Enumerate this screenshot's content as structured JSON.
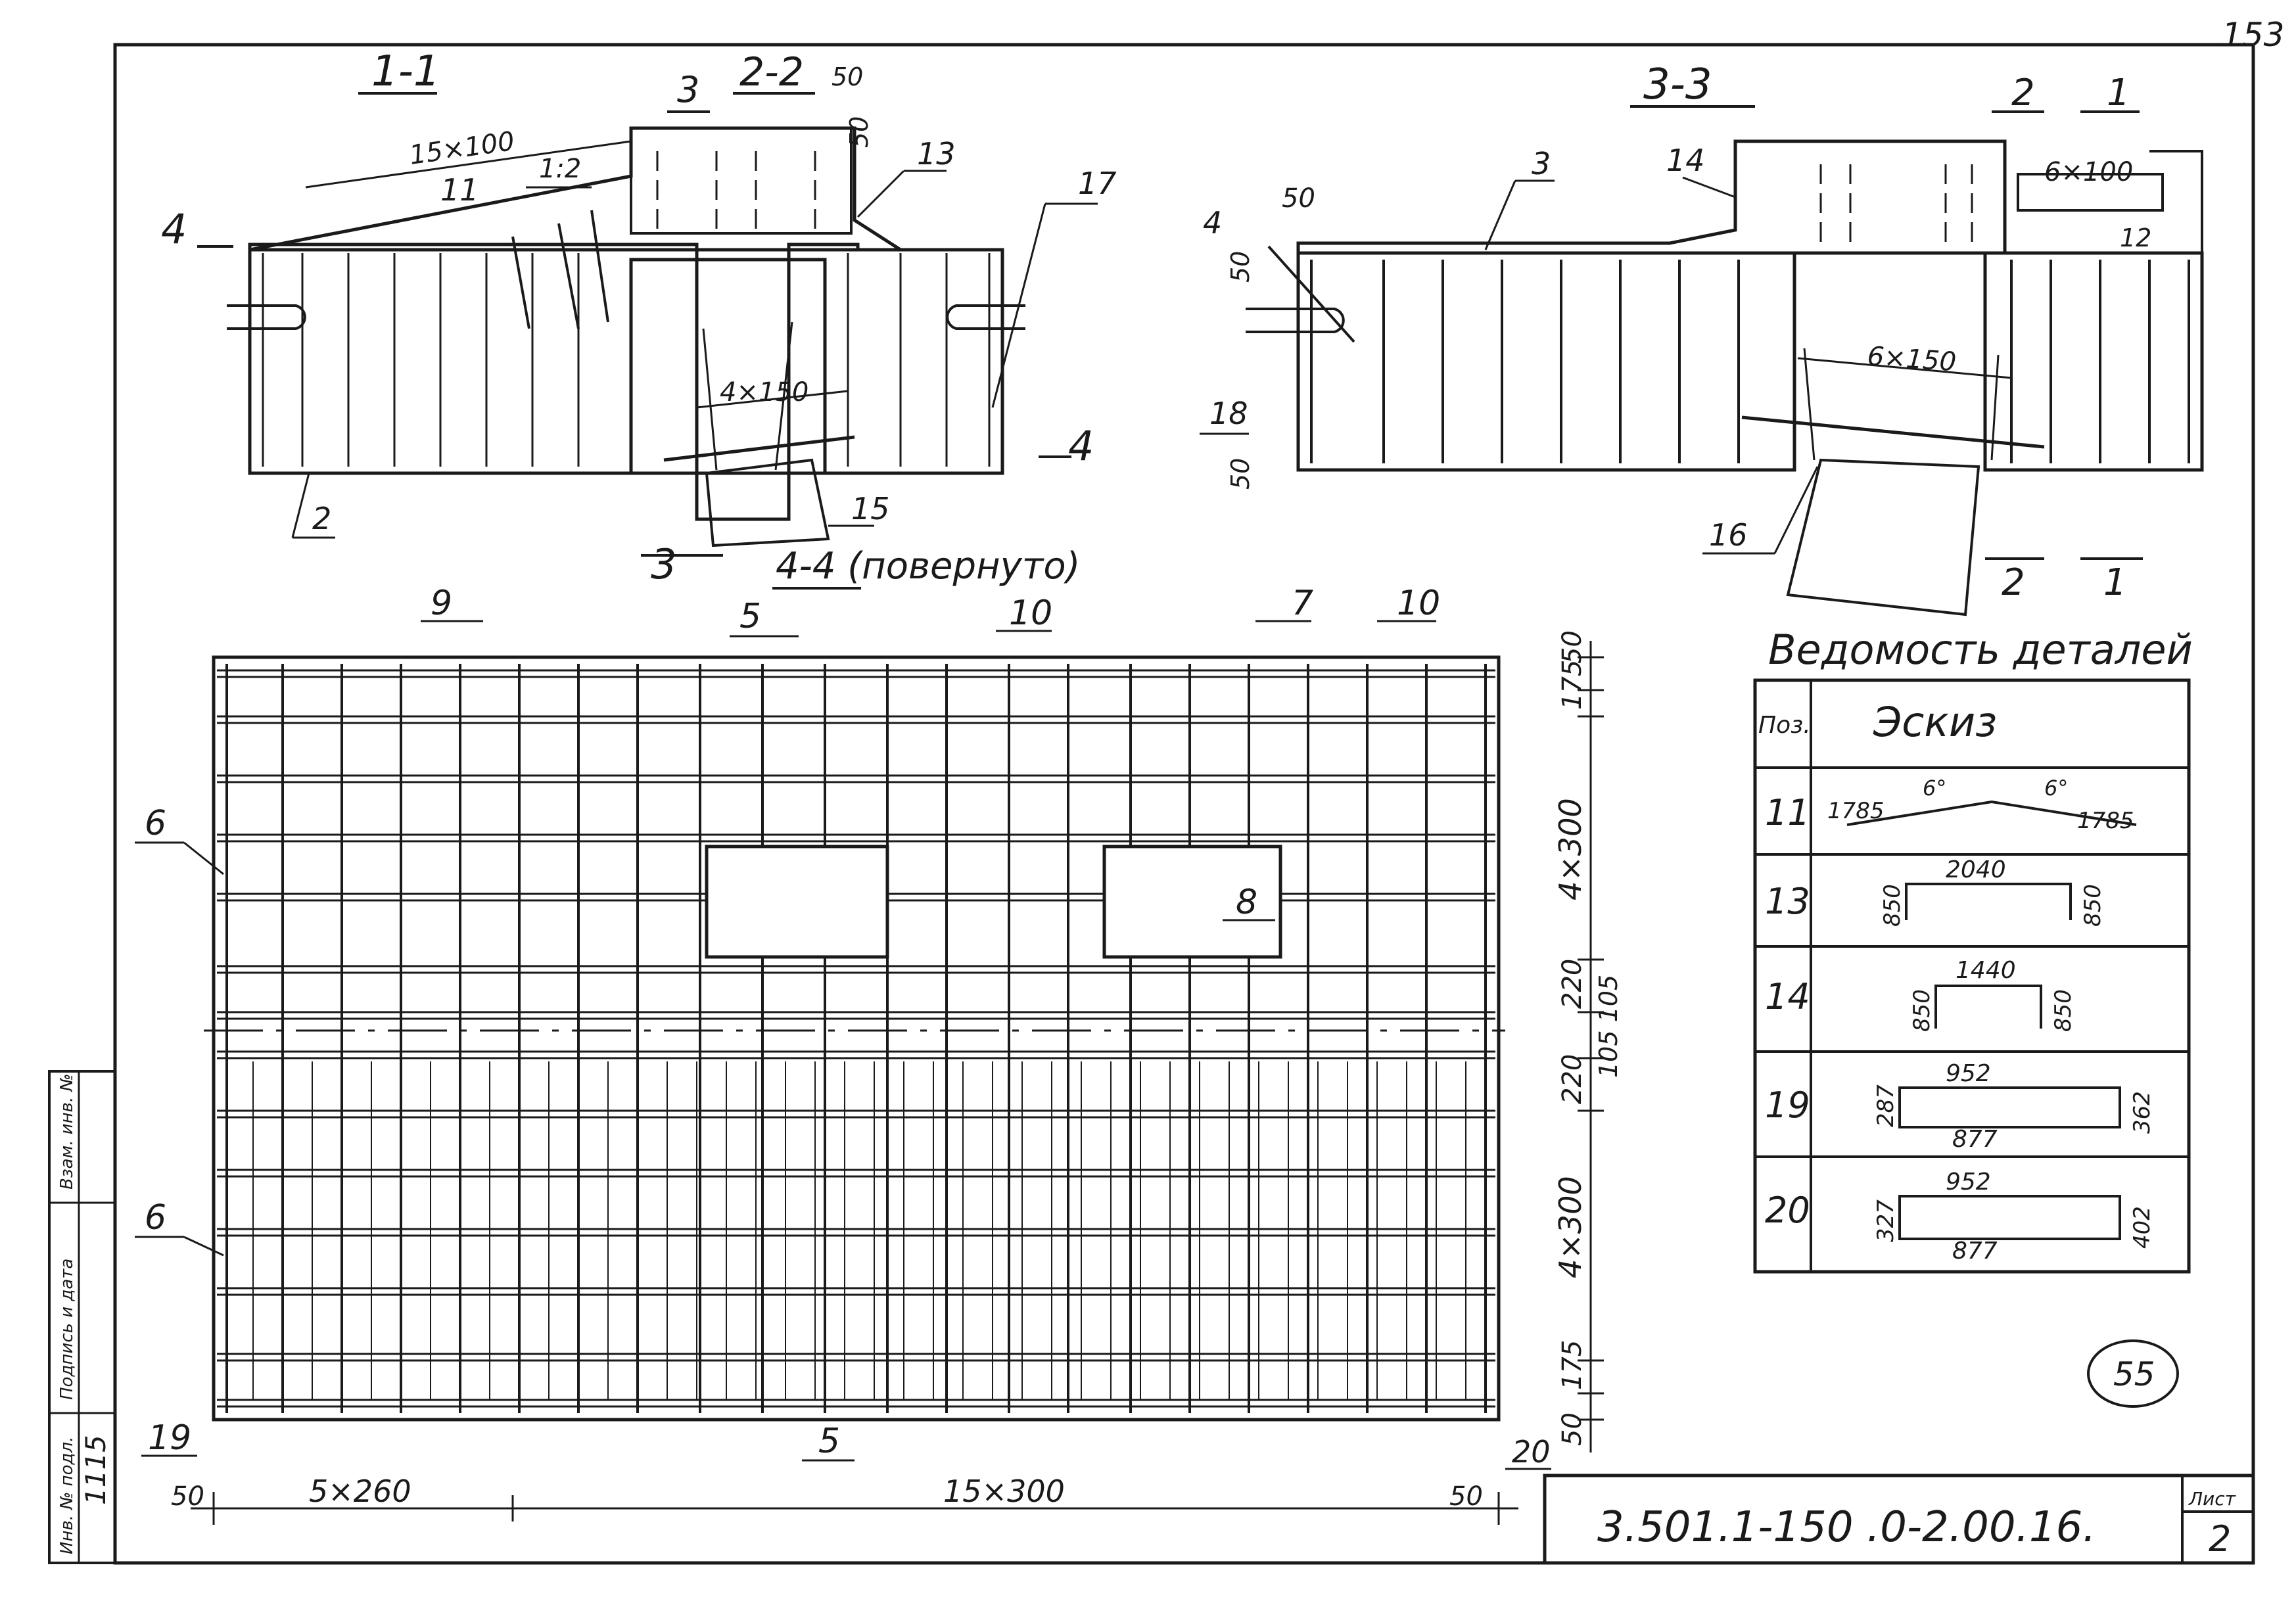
{
  "page_corner": "153",
  "sections": {
    "s11": "1-1",
    "s22": "2-2",
    "s33": "3-3",
    "s44": "4-4 (повернуто)"
  },
  "markers": [
    "3",
    "4",
    "4",
    "3",
    "2",
    "1",
    "2",
    "1"
  ],
  "dims_1_1": {
    "a": "15×100",
    "b": "1:2",
    "c": "50",
    "d": "50",
    "e": "4×150"
  },
  "dims_3_3": {
    "a": "50",
    "b": "50",
    "c": "50",
    "d": "6×100",
    "e": "6×150"
  },
  "pos_1_1": [
    "11",
    "13",
    "17",
    "2",
    "15"
  ],
  "pos_3_3": [
    "3",
    "14",
    "4",
    "18",
    "16",
    "12"
  ],
  "plan_pos": [
    "9",
    "5",
    "10",
    "7",
    "10",
    "6",
    "8",
    "6",
    "19",
    "5",
    "20"
  ],
  "plan_dims_right": [
    "50",
    "175",
    "4×300",
    "220",
    "105 105",
    "220",
    "4×300",
    "175",
    "50"
  ],
  "plan_dims_bottom": [
    "50",
    "5×260",
    "15×300",
    "50"
  ],
  "schedule": {
    "title": "Ведомость деталей",
    "col_pos": "Поз.",
    "col_sketch": "Эскиз",
    "rows": [
      {
        "pos": "11",
        "s": [
          "1785",
          "6°",
          "6°",
          "1785"
        ]
      },
      {
        "pos": "13",
        "s": [
          "2040",
          "850",
          "850"
        ]
      },
      {
        "pos": "14",
        "s": [
          "1440",
          "850",
          "850"
        ]
      },
      {
        "pos": "19",
        "s": [
          "952",
          "287",
          "362",
          "877"
        ]
      },
      {
        "pos": "20",
        "s": [
          "952",
          "327",
          "402",
          "877"
        ]
      }
    ]
  },
  "circled": "55",
  "stamp": {
    "doc_code": "3.501.1-150 .0-2.00.16.",
    "sheet_label": "Лист",
    "sheet_no": "2"
  },
  "side_block": {
    "inv_label": "Инв. № подл.",
    "inv_value": "1115",
    "sig_label": "Подпись и дата",
    "replace_label": "Взам. инв. №"
  }
}
